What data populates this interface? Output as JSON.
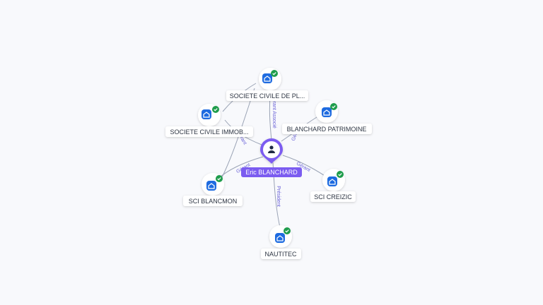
{
  "graph": {
    "center": {
      "label": "Eric BLANCHARD"
    },
    "colors": {
      "accent": "#7b5cf0",
      "company_icon": "#1e6be0",
      "check": "#1f9d4c",
      "edge": "#9aa3b5",
      "edge_label": "#6b63d8"
    },
    "nodes": [
      {
        "id": "n1",
        "label": "SOCIETE CIVILE DE PL..."
      },
      {
        "id": "n2",
        "label": "SOCIETE CIVILE IMMOB..."
      },
      {
        "id": "n3",
        "label": "BLANCHARD PATRIMOINE"
      },
      {
        "id": "n4",
        "label": "SCI BLANCMON"
      },
      {
        "id": "n5",
        "label": "SCI CREIZIC"
      },
      {
        "id": "n6",
        "label": "NAUTITEC"
      }
    ],
    "edges": [
      {
        "to": "n1",
        "label": "Gérant Associé"
      },
      {
        "to": "n2",
        "label": "Gérant"
      },
      {
        "to": "n3",
        "label": "Gérant"
      },
      {
        "to": "n4",
        "label": "Gérant"
      },
      {
        "to": "n5",
        "label": "Gérant"
      },
      {
        "to": "n6",
        "label": "Président"
      }
    ]
  }
}
